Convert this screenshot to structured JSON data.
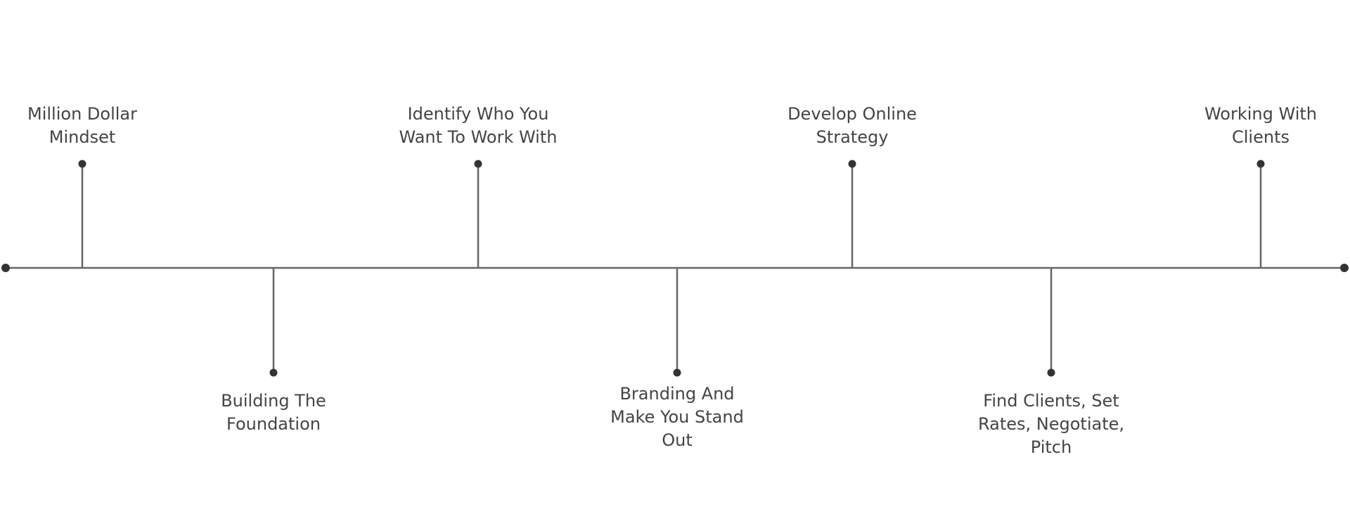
{
  "milestones": [
    {
      "label": "Million Dollar\nMindset"
    },
    {
      "label": "Building The\nFoundation"
    },
    {
      "label": "Identify Who You\nWant To Work With"
    },
    {
      "label": "Branding And\nMake You Stand\nOut"
    },
    {
      "label": "Develop Online\nStrategy"
    },
    {
      "label": "Find Clients, Set\nRates, Negotiate,\nPitch"
    },
    {
      "label": "Working With\nClients"
    }
  ],
  "colors": {
    "line": "#666666",
    "dot": "#333333",
    "text": "#444444"
  }
}
